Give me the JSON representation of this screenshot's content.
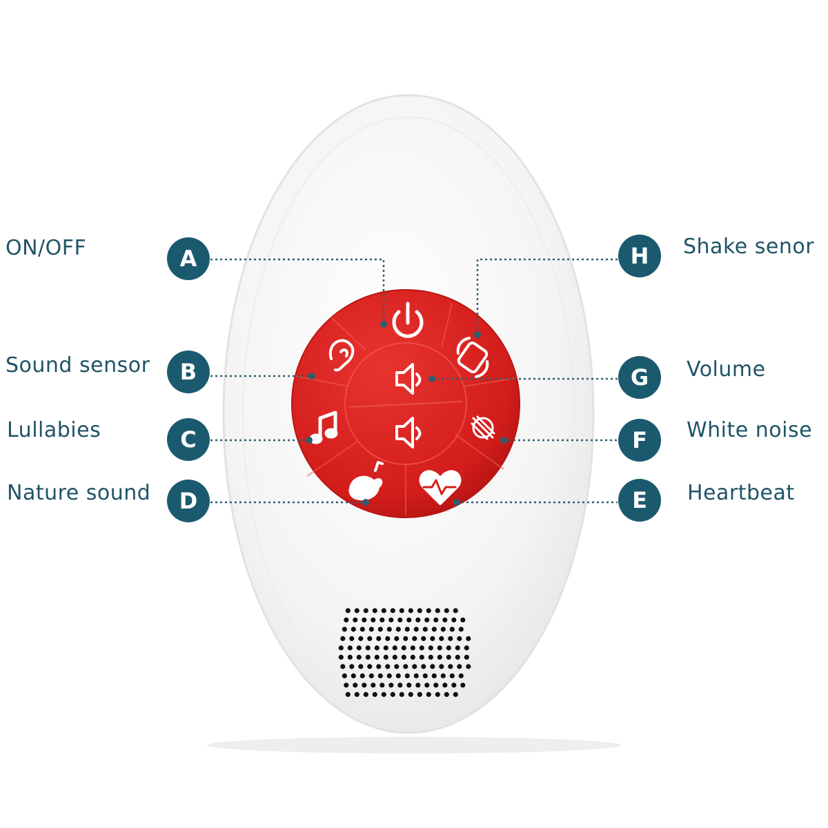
{
  "callouts": {
    "A": {
      "letter": "A",
      "label": "ON/OFF"
    },
    "B": {
      "letter": "B",
      "label": "Sound sensor"
    },
    "C": {
      "letter": "C",
      "label": "Lullabies"
    },
    "D": {
      "letter": "D",
      "label": "Nature sound"
    },
    "E": {
      "letter": "E",
      "label": "Heartbeat"
    },
    "F": {
      "letter": "F",
      "label": "White noise"
    },
    "G": {
      "letter": "G",
      "label": "Volume"
    },
    "H": {
      "letter": "H",
      "label": "Shake senor"
    }
  },
  "colors": {
    "badge": "#1b5a6e",
    "label_text": "#1f5366",
    "button_panel": "#d8211f",
    "device_body": "#f6f6f6",
    "leader_dots": "#2f5d6e"
  },
  "icons": [
    "power-icon",
    "ear-icon",
    "shake-icon",
    "volume-up-icon",
    "volume-down-icon",
    "music-note-icon",
    "white-noise-icon",
    "bird-icon",
    "heartbeat-icon"
  ]
}
